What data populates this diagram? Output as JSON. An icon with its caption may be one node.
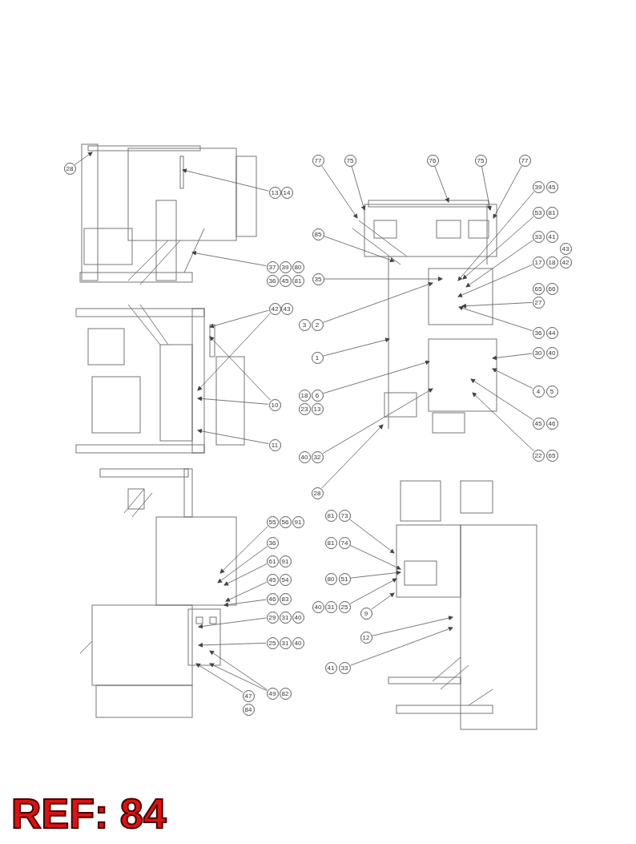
{
  "diagram": {
    "nodes": [
      {
        "text": [
          "28"
        ]
      },
      {
        "text": [
          "13"
        ]
      },
      {
        "text": [
          "14"
        ]
      },
      {
        "text": [
          "37"
        ]
      },
      {
        "text": [
          "39"
        ]
      },
      {
        "text": [
          "80"
        ]
      },
      {
        "text": [
          "36"
        ]
      },
      {
        "text": [
          "45"
        ]
      },
      {
        "text": [
          "81"
        ]
      },
      {
        "text": [
          "42"
        ]
      },
      {
        "text": [
          "43"
        ]
      },
      {
        "text": [
          "10"
        ]
      },
      {
        "text": [
          "11"
        ]
      },
      {
        "text": [
          "77"
        ]
      },
      {
        "text": [
          "75"
        ]
      },
      {
        "text": [
          "76"
        ]
      },
      {
        "text": [
          "75"
        ]
      },
      {
        "text": [
          "77"
        ]
      },
      {
        "text": [
          "39"
        ]
      },
      {
        "text": [
          "45"
        ]
      },
      {
        "text": [
          "53"
        ]
      },
      {
        "text": [
          "81"
        ]
      },
      {
        "text": [
          "33"
        ]
      },
      {
        "text": [
          "41"
        ]
      },
      {
        "text": [
          "43"
        ]
      },
      {
        "text": [
          "17"
        ]
      },
      {
        "text": [
          "18"
        ]
      },
      {
        "text": [
          "42"
        ]
      },
      {
        "text": [
          "65"
        ]
      },
      {
        "text": [
          "66"
        ]
      },
      {
        "text": [
          "27"
        ]
      },
      {
        "text": [
          "85"
        ]
      },
      {
        "text": [
          "35"
        ]
      },
      {
        "text": [
          "2"
        ]
      },
      {
        "text": [
          "3"
        ]
      },
      {
        "text": [
          "1"
        ]
      },
      {
        "text": [
          "18"
        ]
      },
      {
        "text": [
          "6"
        ]
      },
      {
        "text": [
          "23"
        ]
      },
      {
        "text": [
          "13"
        ]
      },
      {
        "text": [
          "40"
        ]
      },
      {
        "text": [
          "32"
        ]
      },
      {
        "text": [
          "28"
        ]
      },
      {
        "text": [
          "36"
        ]
      },
      {
        "text": [
          "44"
        ]
      },
      {
        "text": [
          "30"
        ]
      },
      {
        "text": [
          "40"
        ]
      },
      {
        "text": [
          "4"
        ]
      },
      {
        "text": [
          "5"
        ]
      },
      {
        "text": [
          "45"
        ]
      },
      {
        "text": [
          "46"
        ]
      },
      {
        "text": [
          "22"
        ]
      },
      {
        "text": [
          "65"
        ]
      },
      {
        "text": [
          "55"
        ]
      },
      {
        "text": [
          "56"
        ]
      },
      {
        "text": [
          "91"
        ]
      },
      {
        "text": [
          "36"
        ]
      },
      {
        "text": [
          "61"
        ]
      },
      {
        "text": [
          "91"
        ]
      },
      {
        "text": [
          "45"
        ]
      },
      {
        "text": [
          "54"
        ]
      },
      {
        "text": [
          "46"
        ]
      },
      {
        "text": [
          "83"
        ]
      },
      {
        "text": [
          "29"
        ]
      },
      {
        "text": [
          "31"
        ]
      },
      {
        "text": [
          "40"
        ]
      },
      {
        "text": [
          "25"
        ]
      },
      {
        "text": [
          "31"
        ]
      },
      {
        "text": [
          "40"
        ]
      },
      {
        "text": [
          "49"
        ]
      },
      {
        "text": [
          "82"
        ]
      },
      {
        "text": [
          "47"
        ]
      },
      {
        "text": [
          "84"
        ]
      },
      {
        "text": [
          "81"
        ]
      },
      {
        "text": [
          "73"
        ]
      },
      {
        "text": [
          "81"
        ]
      },
      {
        "text": [
          "74"
        ]
      },
      {
        "text": [
          "80"
        ]
      },
      {
        "text": [
          "51"
        ]
      },
      {
        "text": [
          "40"
        ]
      },
      {
        "text": [
          "31"
        ]
      },
      {
        "text": [
          "25"
        ]
      },
      {
        "text": [
          "9"
        ]
      },
      {
        "text": [
          "12"
        ]
      },
      {
        "text": [
          "41"
        ]
      },
      {
        "text": [
          "33"
        ]
      },
      {
        "text": [],
        "shape": "picture"
      },
      {
        "text": [],
        "shape": "picture"
      },
      {
        "text": [],
        "shape": "picture"
      },
      {
        "text": [],
        "shape": "picture"
      },
      {
        "text": [],
        "shape": "picture"
      }
    ],
    "edges": [
      {
        "from": 0,
        "to": 86,
        "arrow": "to"
      },
      {
        "from": 1,
        "to": 86,
        "arrow": "to"
      },
      {
        "from": 3,
        "to": 86,
        "arrow": "to"
      },
      {
        "from": 9,
        "to": 87,
        "arrow": "to"
      },
      {
        "from": 9,
        "to": 87,
        "arrow": "to"
      },
      {
        "from": 11,
        "to": 87,
        "arrow": "to"
      },
      {
        "from": 11,
        "to": 87,
        "arrow": "to"
      },
      {
        "from": 12,
        "to": 87,
        "arrow": "to"
      },
      {
        "from": 13,
        "to": 88,
        "arrow": "to"
      },
      {
        "from": 14,
        "to": 88,
        "arrow": "to"
      },
      {
        "from": 15,
        "to": 88,
        "arrow": "to"
      },
      {
        "from": 16,
        "to": 88,
        "arrow": "to"
      },
      {
        "from": 17,
        "to": 88,
        "arrow": "to"
      },
      {
        "from": 18,
        "to": 88,
        "arrow": "to"
      },
      {
        "from": 20,
        "to": 88,
        "arrow": "to"
      },
      {
        "from": 22,
        "to": 88,
        "arrow": "to"
      },
      {
        "from": 25,
        "to": 88,
        "arrow": "to"
      },
      {
        "from": 30,
        "to": 88,
        "arrow": "to"
      },
      {
        "from": 31,
        "to": 88,
        "arrow": "to"
      },
      {
        "from": 32,
        "to": 88,
        "arrow": "to"
      },
      {
        "from": 33,
        "to": 88,
        "arrow": "to"
      },
      {
        "from": 35,
        "to": 88,
        "arrow": "to"
      },
      {
        "from": 37,
        "to": 88,
        "arrow": "to"
      },
      {
        "from": 41,
        "to": 88,
        "arrow": "to"
      },
      {
        "from": 42,
        "to": 88,
        "arrow": "to"
      },
      {
        "from": 43,
        "to": 88,
        "arrow": "to"
      },
      {
        "from": 45,
        "to": 88,
        "arrow": "to"
      },
      {
        "from": 47,
        "to": 88,
        "arrow": "to"
      },
      {
        "from": 49,
        "to": 88,
        "arrow": "to"
      },
      {
        "from": 51,
        "to": 88,
        "arrow": "to"
      },
      {
        "from": 53,
        "to": 89,
        "arrow": "to"
      },
      {
        "from": 56,
        "to": 89,
        "arrow": "to"
      },
      {
        "from": 57,
        "to": 89,
        "arrow": "to"
      },
      {
        "from": 59,
        "to": 89,
        "arrow": "to"
      },
      {
        "from": 61,
        "to": 89,
        "arrow": "to"
      },
      {
        "from": 63,
        "to": 89,
        "arrow": "to"
      },
      {
        "from": 66,
        "to": 89,
        "arrow": "to"
      },
      {
        "from": 69,
        "to": 89,
        "arrow": "to"
      },
      {
        "from": 69,
        "to": 89,
        "arrow": "to"
      },
      {
        "from": 71,
        "to": 89,
        "arrow": "to"
      },
      {
        "from": 74,
        "to": 90,
        "arrow": "to"
      },
      {
        "from": 76,
        "to": 90,
        "arrow": "to"
      },
      {
        "from": 78,
        "to": 90,
        "arrow": "to"
      },
      {
        "from": 81,
        "to": 90,
        "arrow": "to"
      },
      {
        "from": 82,
        "to": 90,
        "arrow": "to"
      },
      {
        "from": 83,
        "to": 90,
        "arrow": "to"
      },
      {
        "from": 85,
        "to": 90,
        "arrow": "to"
      }
    ],
    "labels": [
      "REF: 84"
    ]
  }
}
